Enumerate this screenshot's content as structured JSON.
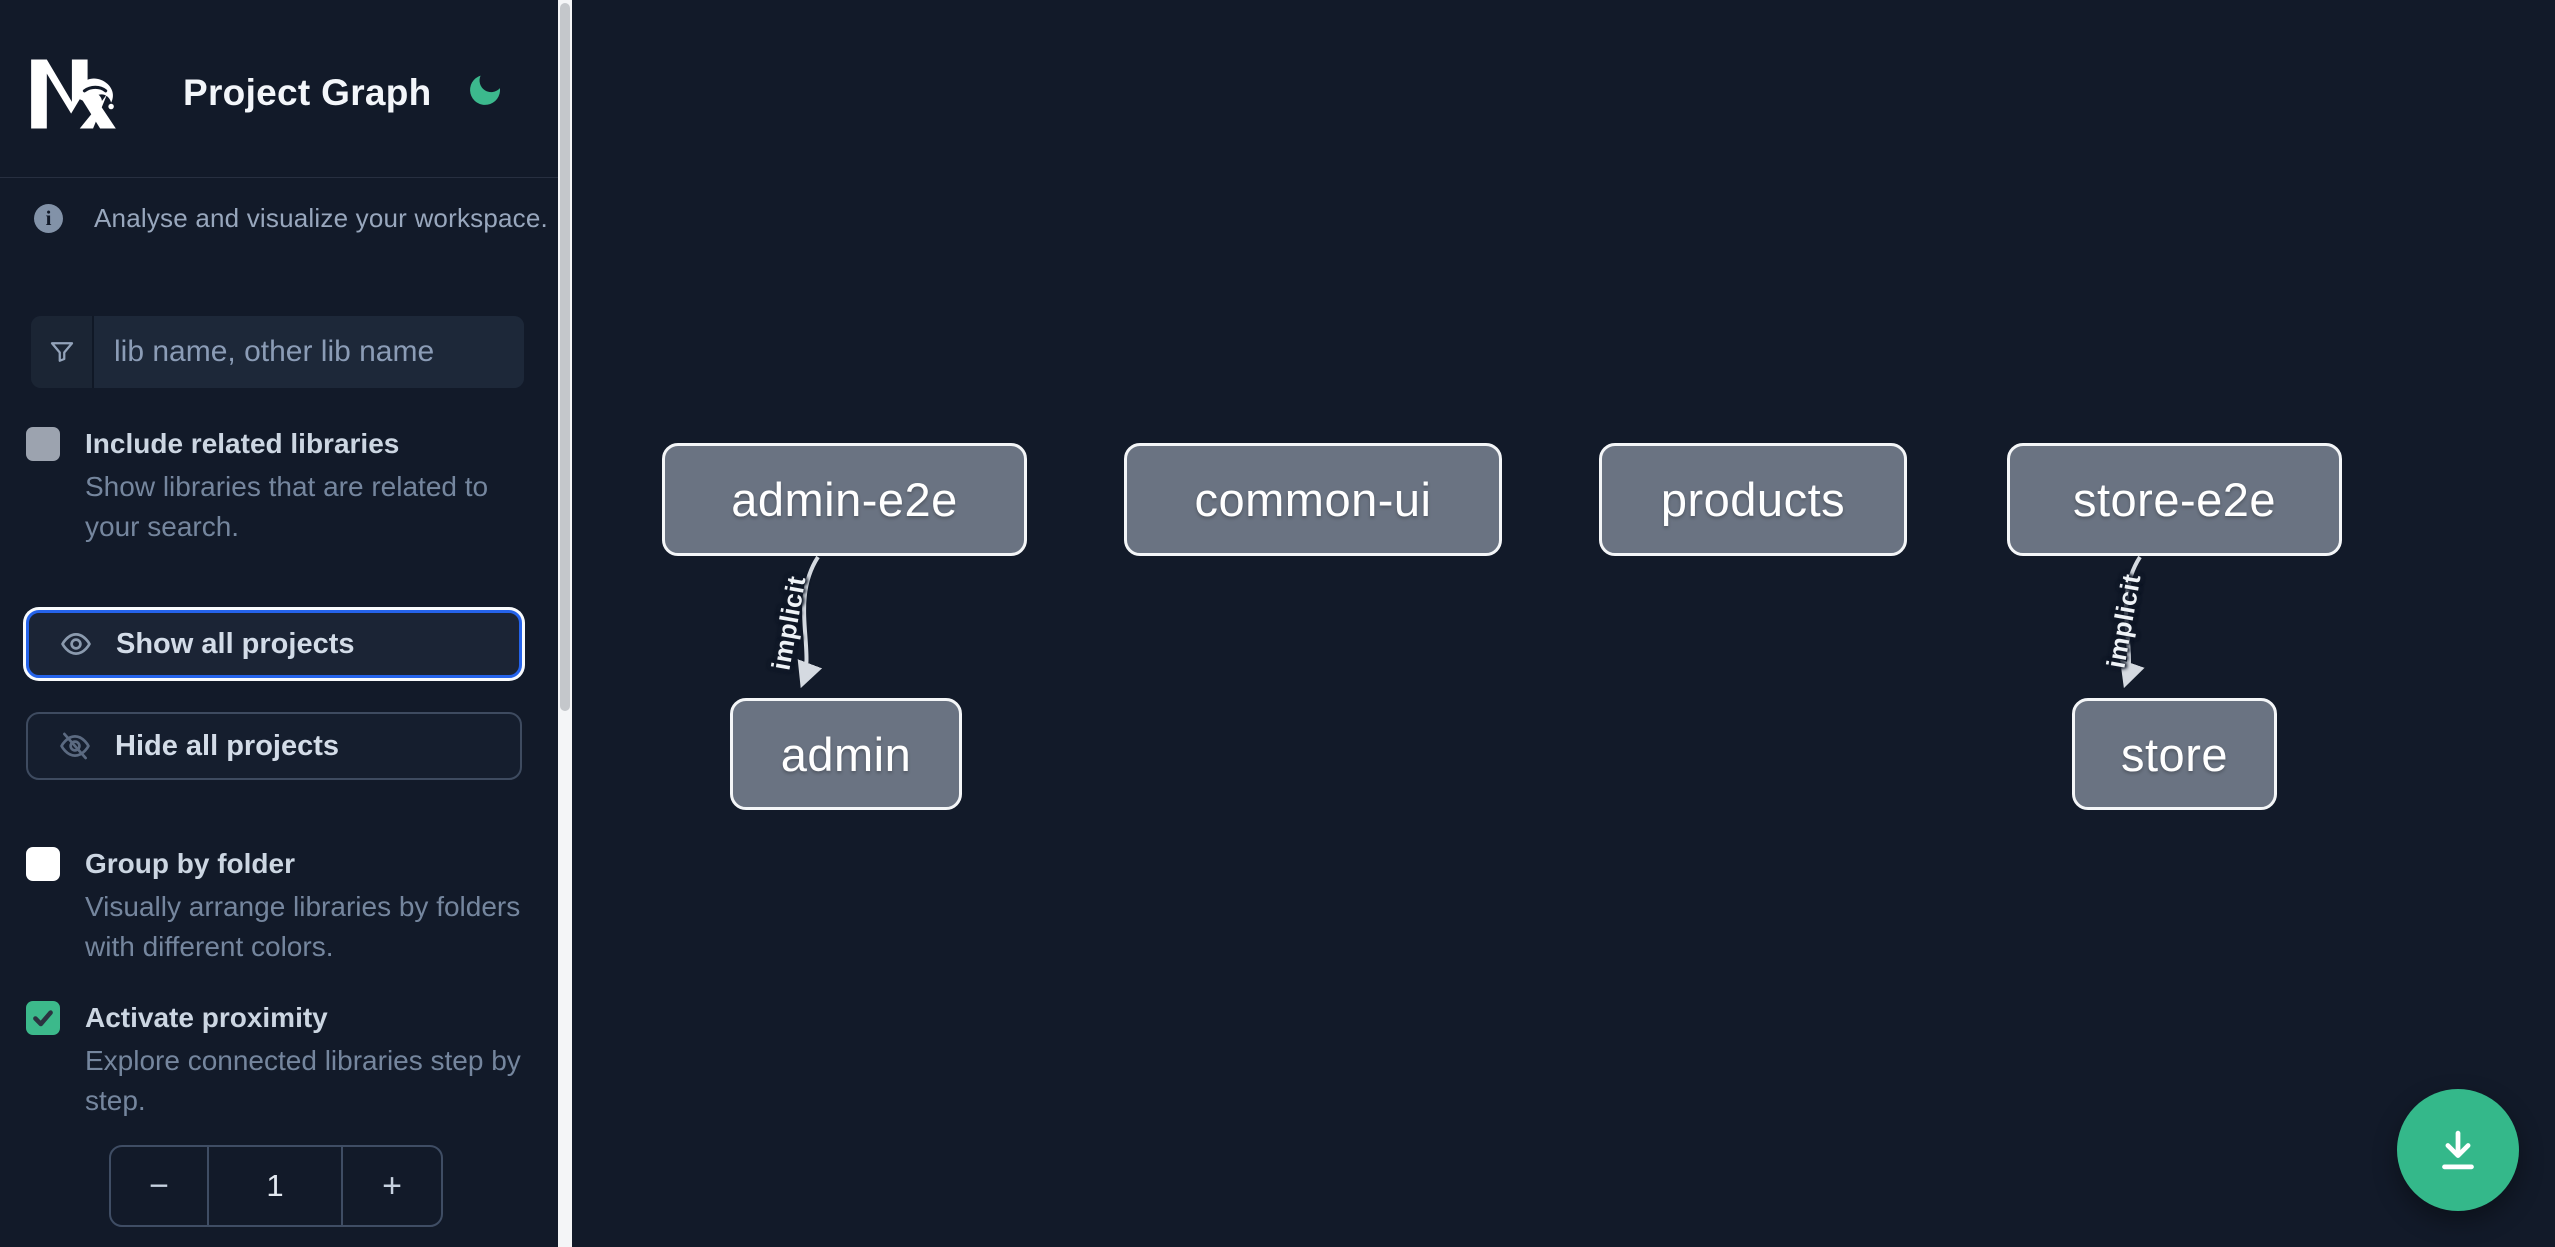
{
  "header": {
    "title": "Project Graph",
    "theme_icon": "moon-icon"
  },
  "sidebar": {
    "info_text": "Analyse and visualize your workspace.",
    "search": {
      "icon": "filter-funnel-icon",
      "placeholder": "lib name, other lib name",
      "value": ""
    },
    "options": {
      "include_related": {
        "label": "Include related libraries",
        "description": "Show libraries that are related to your search.",
        "checked": false,
        "disabled": true
      },
      "group_by_folder": {
        "label": "Group by folder",
        "description": "Visually arrange libraries by folders with different colors.",
        "checked": false
      },
      "activate_proximity": {
        "label": "Activate proximity",
        "description": "Explore connected libraries step by step.",
        "checked": true
      }
    },
    "actions": {
      "show_all": {
        "label": "Show all projects",
        "icon": "eye-icon"
      },
      "hide_all": {
        "label": "Hide all projects",
        "icon": "eye-off-icon"
      }
    },
    "proximity_counter": {
      "decrement": "−",
      "value": "1",
      "increment": "+"
    }
  },
  "graph": {
    "nodes": [
      {
        "id": "admin-e2e",
        "label": "admin-e2e"
      },
      {
        "id": "common-ui",
        "label": "common-ui"
      },
      {
        "id": "products",
        "label": "products"
      },
      {
        "id": "store-e2e",
        "label": "store-e2e"
      },
      {
        "id": "admin",
        "label": "admin"
      },
      {
        "id": "store",
        "label": "store"
      }
    ],
    "edges": [
      {
        "source": "admin-e2e",
        "target": "admin",
        "type": "implicit",
        "label": "implicit"
      },
      {
        "source": "store-e2e",
        "target": "store",
        "type": "implicit",
        "label": "implicit"
      }
    ]
  },
  "fab": {
    "icon": "download-icon"
  },
  "colors": {
    "background": "#121a29",
    "accent_green": "#34b88a",
    "focus_blue": "#2563eb",
    "node_fill": "#6a7382",
    "node_border": "#f4f6f8",
    "edge": "#d5dae1"
  }
}
